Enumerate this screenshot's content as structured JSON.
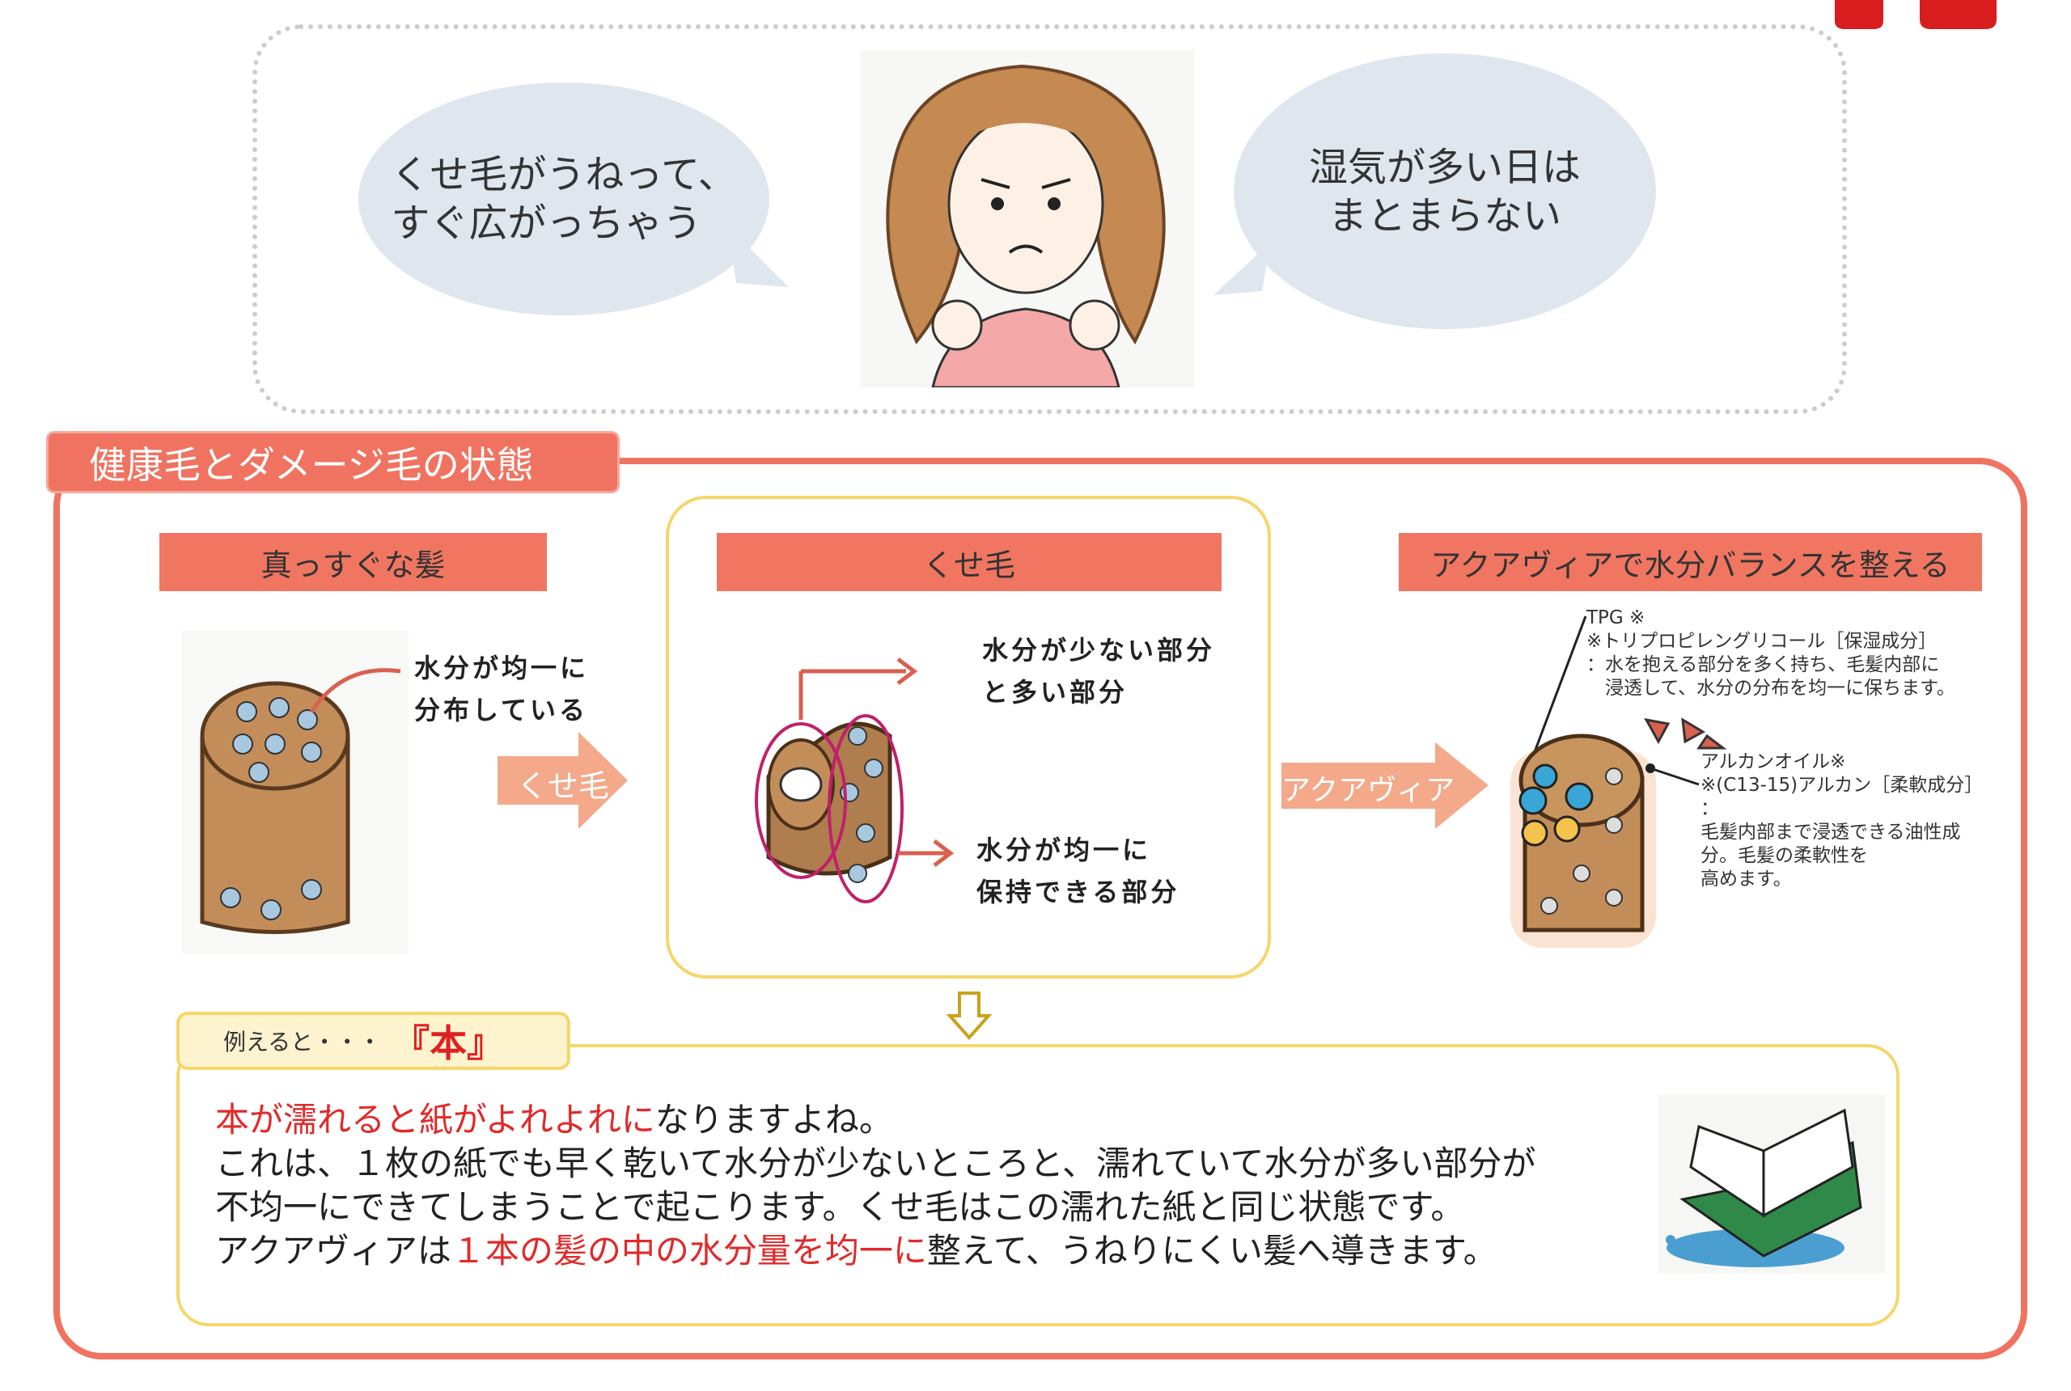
{
  "top": {
    "bubble_left": [
      "くせ毛がうねって、",
      "すぐ広がっちゃう"
    ],
    "bubble_right": [
      "湿気が多い日は",
      "まとまらない"
    ]
  },
  "section": {
    "title": "健康毛とダメージ毛の状態",
    "columns": [
      {
        "header": "真っすぐな髪",
        "labels": [
          "水分が均一に",
          "分布している"
        ]
      },
      {
        "header": "くせ毛",
        "label_top": [
          "水分が少ない部分",
          "と多い部分"
        ],
        "label_bottom": [
          "水分が均一に",
          "保持できる部分"
        ]
      },
      {
        "header": "アクアヴィアで水分バランスを整える"
      }
    ],
    "arrow1": "くせ毛",
    "arrow2": "アクアヴィア",
    "tpg_note": [
      "TPG ※",
      "※トリプロピレングリコール［保湿成分］",
      "：水を抱える部分を多く持ち、毛髪内部に",
      "　浸透して、水分の分布を均一に保ちます。"
    ],
    "argan_note": [
      "アルカンオイル※",
      "※(C13-15)アルカン［柔軟成分］",
      "：",
      "毛髪内部まで浸透できる油性成",
      "分。毛髪の柔軟性を",
      "高めます。"
    ]
  },
  "example": {
    "tab_label": "例えると・・・",
    "tab_highlight": "『本』",
    "line1_red": "本が濡れると紙がよれよれに",
    "line1_rest": "なりますよね。",
    "line2": "これは、１枚の紙でも早く乾いて水分が少ないところと、濡れていて水分が多い部分が",
    "line3": "不均一にできてしまうことで起こります。くせ毛はこの濡れた紙と同じ状態です。",
    "line4_a": "アクアヴィアは",
    "line4_red": "１本の髪の中の水分量を均一に",
    "line4_b": "整えて、うねりにくい髪へ導きます。"
  },
  "colors": {
    "accent": "#ef7360",
    "yellow": "#f6d66a",
    "red_text": "#e02a2a",
    "bubble": "#dfe6ee"
  }
}
